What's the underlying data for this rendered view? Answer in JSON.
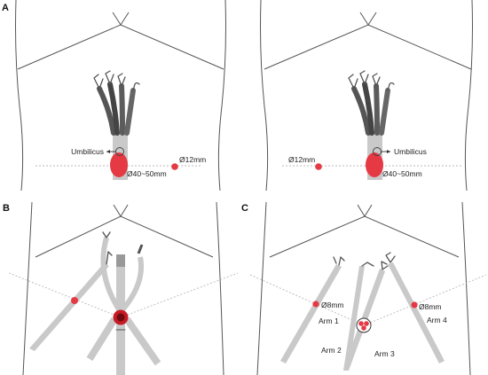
{
  "figure": {
    "panels": {
      "a": {
        "label": "A"
      },
      "b": {
        "label": "B"
      },
      "c": {
        "label": "C"
      }
    },
    "labels": {
      "umbilicus": "Umbilicus",
      "port_large": "Ø40~50mm",
      "port_12": "Ø12mm",
      "port_8": "Ø8mm",
      "arm1": "Arm 1",
      "arm2": "Arm 2",
      "arm3": "Arm 3",
      "arm4": "Arm 4"
    },
    "colors": {
      "port": "#e53943",
      "port_dark": "#8f0f16",
      "instrument_shaft": "#c9c9c9",
      "instrument_dark": "#555555",
      "body_outline": "#555555",
      "guide_line": "#b9b9b9"
    }
  }
}
